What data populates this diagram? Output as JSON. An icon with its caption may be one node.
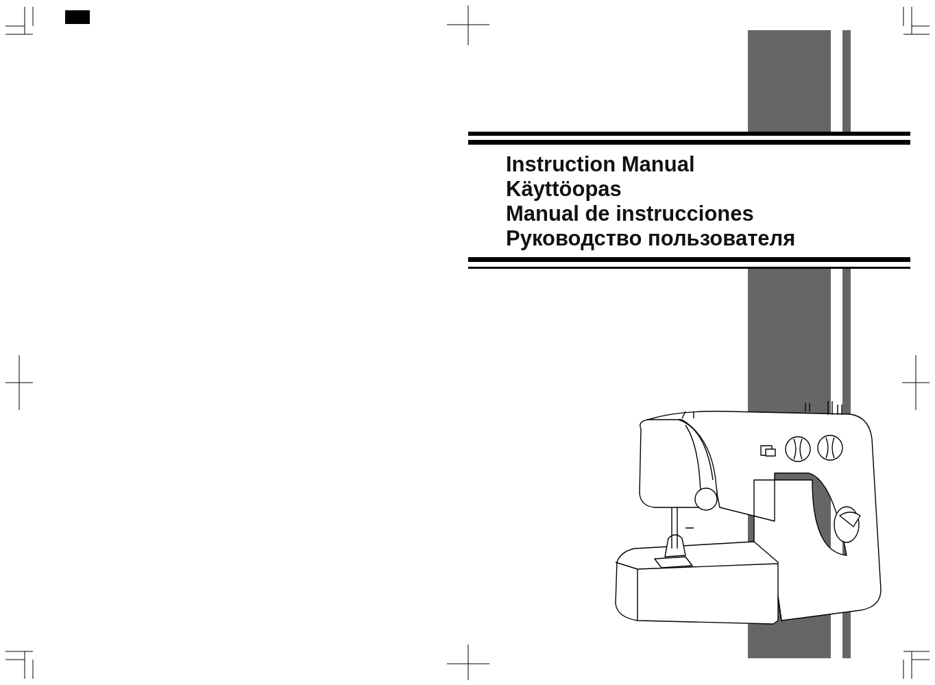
{
  "diagram": {
    "labels": [
      "Instruction Manual",
      "Käyttöopas",
      "Manual de instrucciones",
      "Руководство пользователя"
    ]
  }
}
